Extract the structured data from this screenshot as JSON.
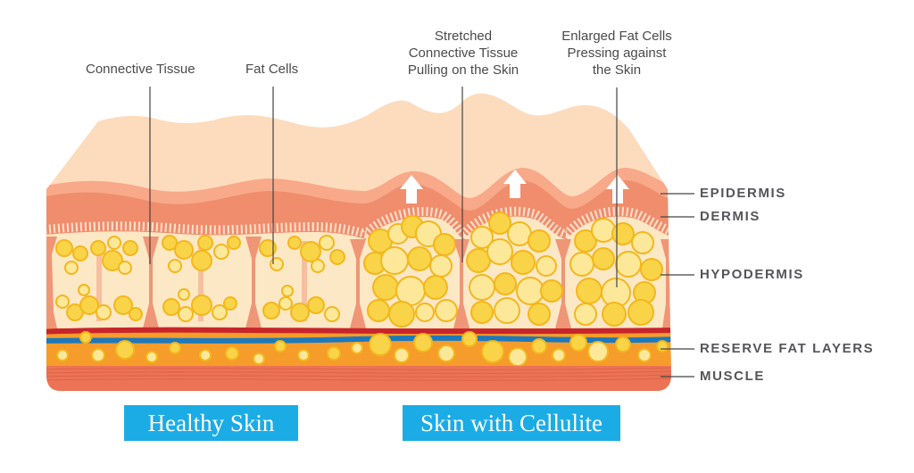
{
  "callouts": {
    "connective_tissue": "Connective Tissue",
    "fat_cells": "Fat Cells",
    "stretched": [
      "Stretched",
      "Connective Tissue",
      "Pulling on the Skin"
    ],
    "enlarged": [
      "Enlarged Fat Cells",
      "Pressing against",
      "the Skin"
    ]
  },
  "layers": {
    "epidermis": "EPIDERMIS",
    "dermis": "DERMIS",
    "hypodermis": "HYPODERMIS",
    "reserve_fat": "RESERVE FAT LAYERS",
    "muscle": "MUSCLE"
  },
  "sections": {
    "healthy": "Healthy Skin",
    "cellulite": "Skin with Cellulite"
  },
  "colors": {
    "surface": "#fcdcbd",
    "epidermis": "#f8a98a",
    "dermis": "#f08d6c",
    "hypodermis_bg": "#fde8c6",
    "septa": "#ef9677",
    "fat_cell": "#f9d448",
    "fat_cell_outline": "#f3b71c",
    "artery": "#c8252b",
    "vein": "#1c79bd",
    "reserve_fat_bg": "#f59c2a",
    "muscle": "#ec7356",
    "tag_bg": "#1bace6",
    "label_text": "#55555a"
  }
}
